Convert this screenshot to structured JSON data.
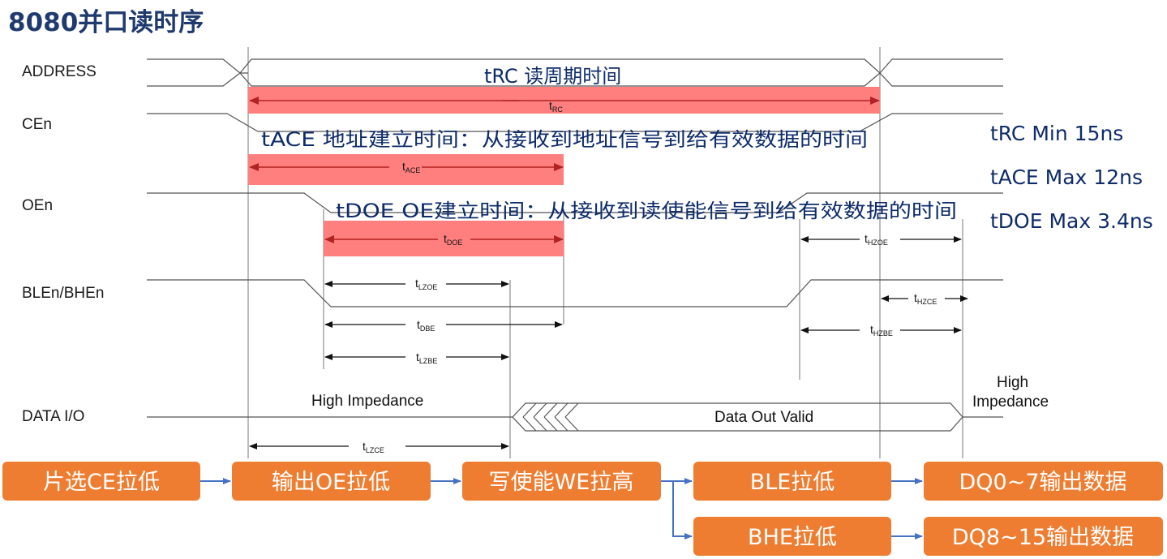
{
  "title": "8080并口读时序",
  "signals": {
    "address": "ADDRESS",
    "cen": "CEn",
    "oen": "OEn",
    "blen": "BLEn/BHEn",
    "data": "DATA I/O"
  },
  "annotations": {
    "trc": "tRC 读周期时间",
    "tace": "tACE 地址建立时间：从接收到地址信号到给有效数据的时间",
    "tdoe": "tDOE OE建立时间：从接收到读使能信号到给有效数据的时间"
  },
  "specs": {
    "trc": "tRC Min 15ns",
    "tace": "tACE Max 12ns",
    "tdoe": "tDOE Max 3.4ns"
  },
  "timings": {
    "trc": {
      "t": "t",
      "sub": "RC"
    },
    "tace": {
      "t": "t",
      "sub": "ACE"
    },
    "tdoe": {
      "t": "t",
      "sub": "DOE"
    },
    "tlzoe": {
      "t": "t",
      "sub": "LZOE"
    },
    "tdbe": {
      "t": "t",
      "sub": "DBE"
    },
    "tlzbe": {
      "t": "t",
      "sub": "LZBE"
    },
    "tlzce": {
      "t": "t",
      "sub": "LZCE"
    },
    "thzoe": {
      "t": "t",
      "sub": "HZOE"
    },
    "thzce": {
      "t": "t",
      "sub": "HZCE"
    },
    "thzbe": {
      "t": "t",
      "sub": "HZBE"
    }
  },
  "data_states": {
    "high_imp_left": "High Impedance",
    "valid": "Data Out Valid",
    "high_imp_right_1": "High",
    "high_imp_right_2": "Impedance"
  },
  "flow": {
    "step1": "片选CE拉低",
    "step2": "输出OE拉低",
    "step3": "写使能WE拉高",
    "step4a": "BLE拉低",
    "step4b": "BHE拉低",
    "step5a": "DQ0~7输出数据",
    "step5b": "DQ8~15输出数据"
  },
  "colors": {
    "highlight": "#ff7f7f",
    "box": "#ee7d31",
    "arrow": "#4472c4",
    "title": "#1f3a6e",
    "annotation": "#0e2c6b"
  }
}
